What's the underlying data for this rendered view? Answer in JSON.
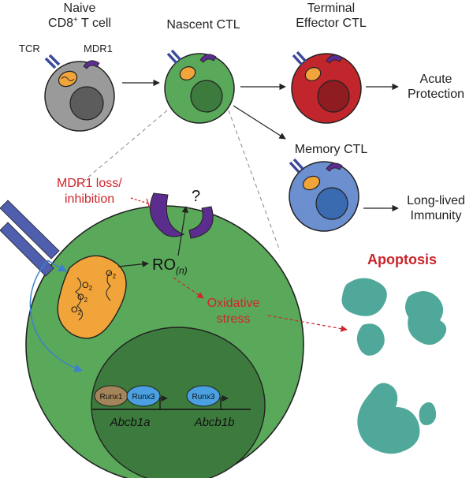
{
  "labels": {
    "naive_l1": "Naive",
    "naive_l2": "CD8",
    "naive_sup": "+",
    "naive_l2b": " T cell",
    "tcr": "TCR",
    "mdr1": "MDR1",
    "nascent": "Nascent CTL",
    "terminal_l1": "Terminal",
    "terminal_l2": "Effector CTL",
    "acute_l1": "Acute",
    "acute_l2": "Protection",
    "memory": "Memory CTL",
    "longlived_l1": "Long-lived",
    "longlived_l2": "Immunity",
    "mdr1_loss_l1": "MDR1 loss/",
    "mdr1_loss_l2": "inhibition",
    "question": "?",
    "ro": "RO",
    "ro_sub": "(n)",
    "oxidative_l1": "Oxidative",
    "oxidative_l2": "stress",
    "apoptosis": "Apoptosis",
    "runx1": "Runx1",
    "runx3_a": "Runx3",
    "runx3_b": "Runx3",
    "gene_a": "Abcb1a",
    "gene_b": "Abcb1b",
    "o2": "O",
    "o2_sub": "2"
  },
  "colors": {
    "naive_cell": "#9a9a9a",
    "naive_nucleus": "#5c5c5c",
    "green_cell": "#5aa85a",
    "green_nucleus": "#3d7a3d",
    "red_cell": "#c1262c",
    "red_nucleus": "#8e1c21",
    "blue_cell": "#6b8fcf",
    "blue_nucleus": "#3a6bb0",
    "mdr1": "#5b2d8e",
    "tcr": "#3b4a9c",
    "mito": "#f0a43a",
    "apoptotic_body": "#4fa89a",
    "alert": "#d0252a"
  }
}
